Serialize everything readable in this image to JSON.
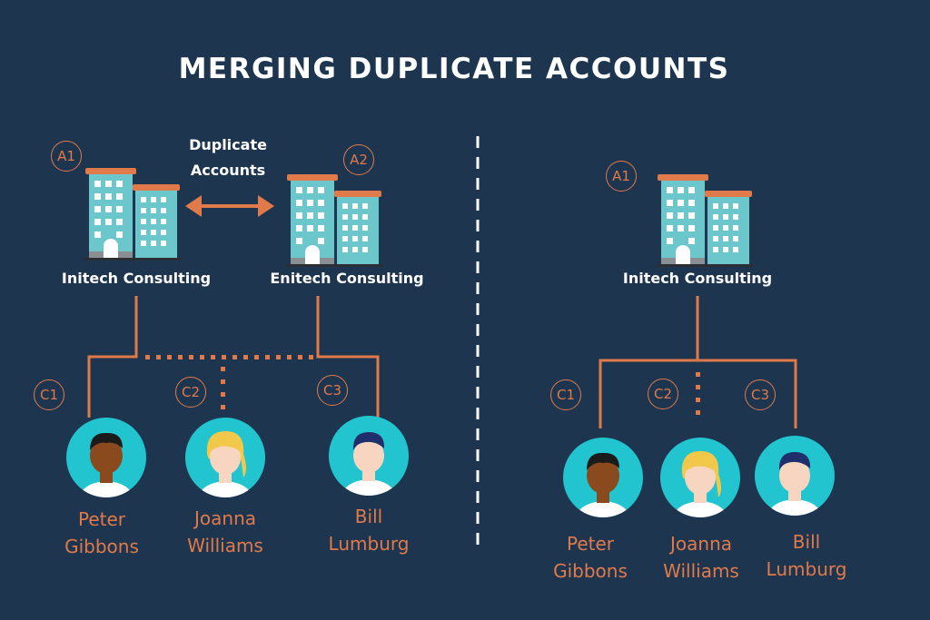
{
  "title": "MERGING DUPLICATE ACCOUNTS",
  "duplicate_label": [
    "Duplicate",
    "Accounts"
  ],
  "before": {
    "accounts": [
      {
        "badge": "A1",
        "name": "Initech Consulting"
      },
      {
        "badge": "A2",
        "name": "Enitech Consulting"
      }
    ],
    "contacts": [
      {
        "badge": "C1",
        "first": "Peter",
        "last": "Gibbons"
      },
      {
        "badge": "C2",
        "first": "Joanna",
        "last": "Williams"
      },
      {
        "badge": "C3",
        "first": "Bill",
        "last": "Lumburg"
      }
    ]
  },
  "after": {
    "account": {
      "badge": "A1",
      "name": "Initech Consulting"
    },
    "contacts": [
      {
        "badge": "C1",
        "first": "Peter",
        "last": "Gibbons"
      },
      {
        "badge": "C2",
        "first": "Joanna",
        "last": "Williams"
      },
      {
        "badge": "C3",
        "first": "Bill",
        "last": "Lumburg"
      }
    ]
  },
  "colors": {
    "background": "#1e3550",
    "accent": "#e07a4a",
    "building": "#6bc7cc",
    "avatar_bg": "#22c5cf"
  }
}
